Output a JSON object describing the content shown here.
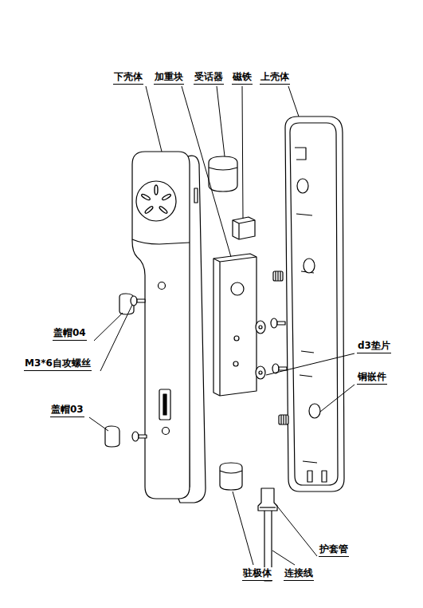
{
  "diagram": {
    "labels": [
      "下壳体",
      "加重块",
      "受话器",
      "磁铁",
      "上壳体",
      "盖帽04",
      "M3*6自攻螺丝",
      "d3垫片",
      "铜嵌件",
      "盖帽03",
      "护套管",
      "驻极体",
      "连接线"
    ]
  }
}
